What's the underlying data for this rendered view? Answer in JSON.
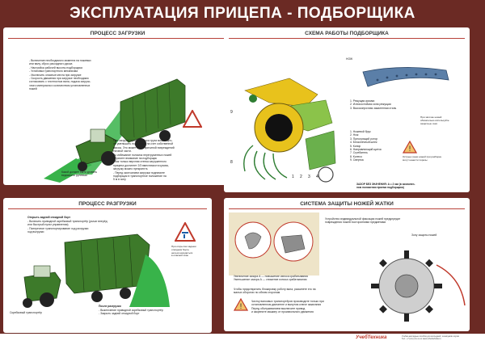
{
  "title": "ЭКСПЛУАТАЦИЯ ПРИЦЕПА - ПОДБОРЩИКА",
  "colors": {
    "background": "#6b2a24",
    "accent": "#c0392b",
    "grass": "#38b34a",
    "machine_yellow": "#e8c21c",
    "tractor_green": "#3d7a2a"
  },
  "panels": {
    "loading": {
      "heading": "ПРОЦЕСС ЗАГРУЗКИ",
      "bullets": [
        "- Включение необходимого момента на ножевых",
        "  или валу, сброс рассадного диска",
        "- Настройка рабочей высоты подборщика",
        "- Установка транспортного механизма",
        "- Исключить опасные места при загрузке",
        "- Скорость движения при загрузке необходимо",
        "  согласовать с плотностью вала, подача загрузо-",
        "  чного материала и количеством установленных",
        "  ножей"
      ],
      "caption_driver": "Какой должен быть уровень видимости рулевым",
      "note_lines": [
        "При загрузке прицепа масса груза может чуть-",
        "ли уменьшить подборщик на счет собственной",
        "массы. Это может стать причиной повреждений",
        "тяговой части.",
        "Во избежание поломок перегруженных ножей",
        "обратите внимание на подборщик",
        "- Как только верхняя стенка загруженного",
        "  прицепа достигнет 2/3 вместимости кузова,",
        "  загрузку можно прекратить",
        "- Перед окончанием загрузки поднимите",
        "  подборщик в транспортное положение на",
        "  5 м в зону"
      ]
    },
    "scheme": {
      "heading": "СХЕМА РАБОТЫ ПОДБОРЩИКА",
      "knife_label": "НОЖ",
      "knife_items": [
        "1. Режущая кромка",
        "2. Износостойкая зона режущая",
        "3. Высокопрочная закаленная сталь"
      ],
      "warn_text": [
        "При заточке ножей",
        "обязательно используйте",
        "защитные очки"
      ],
      "warn_text2": [
        "Острые грани ножей при разборке",
        "могут нанести порезы"
      ],
      "parts": [
        "1. Ножевой брус",
        "2. Нож",
        "3. Прессующий ротор",
        "4. Бесконечный шнек",
        "5. Копир",
        "6. Направляющий щиток",
        "7. Сгребатель",
        "8. Колесо",
        "9. Свертка"
      ],
      "gap_note": "ЗАЗОР БЕЗ ЗНАЧЕНИЯ: А = 2 мм (в заземлен-",
      "gap_note2": "ном положении приема подборщика)"
    },
    "unloading": {
      "heading": "ПРОЦЕСС РАЗГРУЗКИ",
      "open_title": "Открыть задний откидной борт",
      "open_lines": [
        "- Включить приводной скребковый транспортёр (рычаг вперёд",
        "  или быстрый пульт управления)",
        "- Поперечное транспортирование ход разгрузки",
        "  ход выгрузки"
      ],
      "warn_lines": [
        "При открытом заднем",
        "откидном борте",
        "нельзя находиться",
        "в опасной зоне"
      ],
      "scraper_label": "Скребковый транспортёр",
      "after_title": "После разгрузки",
      "after_lines": [
        "- Выключение приводной скребковый транспортёр",
        "- Закрыть задний откидной борт"
      ]
    },
    "protection": {
      "heading": "СИСТЕМА ЗАЩИТЫ НОЖЕЙ ЖАТКИ",
      "top_text": [
        "Устройство индивидуальной фиксации ножей предупредит",
        "повреждения ножей посторонними предметами"
      ],
      "mech_label": "Зону защиты ножей",
      "adjust_lines": [
        "Увеличение зазора А — повышение износа срабатывания",
        "Уменьшение зазора А — снижение износа срабатывания"
      ],
      "bottom_lines": [
        "Чтобы предотвратить блокировку роботу вала, раскинете его на",
        "малых оборотах по обеим сторонам"
      ],
      "warn_lines": [
        "Чистку валковых транспортёров производите только при",
        "остановленном двигателе и вынутом ключе зажигания",
        "Перед обслуживанием выключите привод",
        "и закрепите машину от произвольного движения"
      ]
    }
  },
  "footer": {
    "logo": "УчебТехника",
    "text": [
      "Учебно-наглядные пособия для колледжей, техникумов и вузов",
      "Тел.: +7 (xxx) xxx-xx-xx  www.uchebtehnika.ru"
    ]
  }
}
